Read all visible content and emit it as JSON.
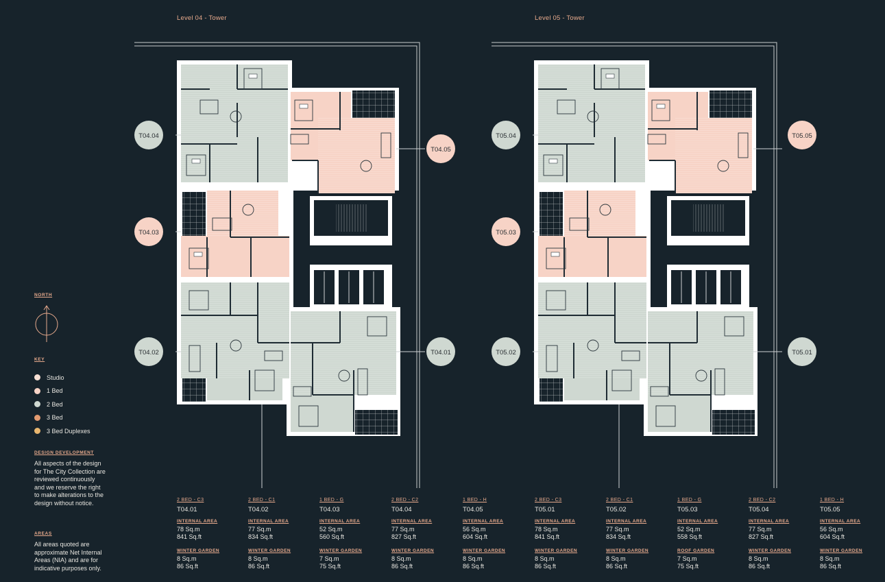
{
  "levels": [
    {
      "title": "Level 04 - Tower",
      "units": [
        "T04.04",
        "T04.03",
        "T04.02",
        "T04.05",
        "T04.01"
      ]
    },
    {
      "title": "Level 05 - Tower",
      "units": [
        "T05.04",
        "T05.03",
        "T05.02",
        "T05.05",
        "T05.01"
      ]
    }
  ],
  "colors": {
    "background": "#17232b",
    "studio": "#f7e0d4",
    "one_bed": "#f7d3c6",
    "two_bed": "#cfd8d1",
    "three_bed": "#e39a70",
    "three_bed_duplex": "#e8b66f",
    "accent": "#e6a98c"
  },
  "sidebar": {
    "north_label": "NORTH",
    "key_label": "KEY",
    "key_items": [
      {
        "label": "Studio",
        "color": "#f7e0d4"
      },
      {
        "label": "1 Bed",
        "color": "#f7d3c6"
      },
      {
        "label": "2 Bed",
        "color": "#cfd8d1"
      },
      {
        "label": "3 Bed",
        "color": "#e39a70"
      },
      {
        "label": "3 Bed Duplexes",
        "color": "#e8b66f"
      }
    ],
    "design_label": "DESIGN DEVELOPMENT",
    "design_text": "All aspects of the design for The City Collection are reviewed continuously and we reserve the right to make alterations to the design without notice.",
    "areas_label": "AREAS",
    "areas_text": "All areas quoted are approximate Net Internal Areas (NIA) and are for indicative purposes only."
  },
  "schedule": [
    {
      "type": "2 BED - C3",
      "unit": "T04.01",
      "area_label": "INTERNAL AREA",
      "sqm": "78 Sq.m",
      "sqft": "841 Sq.ft",
      "garden_label": "WINTER GARDEN",
      "g_sqm": "8 Sq.m",
      "g_sqft": "86 Sq.ft"
    },
    {
      "type": "2 BED - C1",
      "unit": "T04.02",
      "area_label": "INTERNAL AREA",
      "sqm": "77 Sq.m",
      "sqft": "834 Sq.ft",
      "garden_label": "WINTER GARDEN",
      "g_sqm": "8 Sq.m",
      "g_sqft": "86 Sq.ft"
    },
    {
      "type": "1 BED - G",
      "unit": "T04.03",
      "area_label": "INTERNAL AREA",
      "sqm": "52 Sq.m",
      "sqft": "560 Sq.ft",
      "garden_label": "WINTER GARDEN",
      "g_sqm": "7 Sq.m",
      "g_sqft": "75 Sq.ft"
    },
    {
      "type": "2 BED - C2",
      "unit": "T04.04",
      "area_label": "INTERNAL AREA",
      "sqm": "77 Sq.m",
      "sqft": "827 Sq.ft",
      "garden_label": "WINTER GARDEN",
      "g_sqm": "8 Sq.m",
      "g_sqft": "86 Sq.ft"
    },
    {
      "type": "1 BED - H",
      "unit": "T04.05",
      "area_label": "INTERNAL AREA",
      "sqm": "56 Sq.m",
      "sqft": "604 Sq.ft",
      "garden_label": "WINTER GARDEN",
      "g_sqm": "8 Sq.m",
      "g_sqft": "86 Sq.ft"
    },
    {
      "type": "2 BED - C3",
      "unit": "T05.01",
      "area_label": "INTERNAL AREA",
      "sqm": "78 Sq.m",
      "sqft": "841 Sq.ft",
      "garden_label": "WINTER GARDEN",
      "g_sqm": "8 Sq.m",
      "g_sqft": "86 Sq.ft"
    },
    {
      "type": "2 BED - C1",
      "unit": "T05.02",
      "area_label": "INTERNAL AREA",
      "sqm": "77 Sq.m",
      "sqft": "834 Sq.ft",
      "garden_label": "WINTER GARDEN",
      "g_sqm": "8 Sq.m",
      "g_sqft": "86 Sq.ft"
    },
    {
      "type": "1 BED - G",
      "unit": "T05.03",
      "area_label": "INTERNAL AREA",
      "sqm": "52 Sq.m",
      "sqft": "558 Sq.ft",
      "garden_label": "ROOF GARDEN",
      "g_sqm": "7 Sq.m",
      "g_sqft": "75 Sq.ft"
    },
    {
      "type": "2 BED - C2",
      "unit": "T05.04",
      "area_label": "INTERNAL AREA",
      "sqm": "77 Sq.m",
      "sqft": "827 Sq.ft",
      "garden_label": "WINTER GARDEN",
      "g_sqm": "8 Sq.m",
      "g_sqft": "86 Sq.ft"
    },
    {
      "type": "1 BED - H",
      "unit": "T05.05",
      "area_label": "INTERNAL AREA",
      "sqm": "56 Sq.m",
      "sqft": "604 Sq.ft",
      "garden_label": "WINTER GARDEN",
      "g_sqm": "8 Sq.m",
      "g_sqft": "86 Sq.ft"
    }
  ]
}
